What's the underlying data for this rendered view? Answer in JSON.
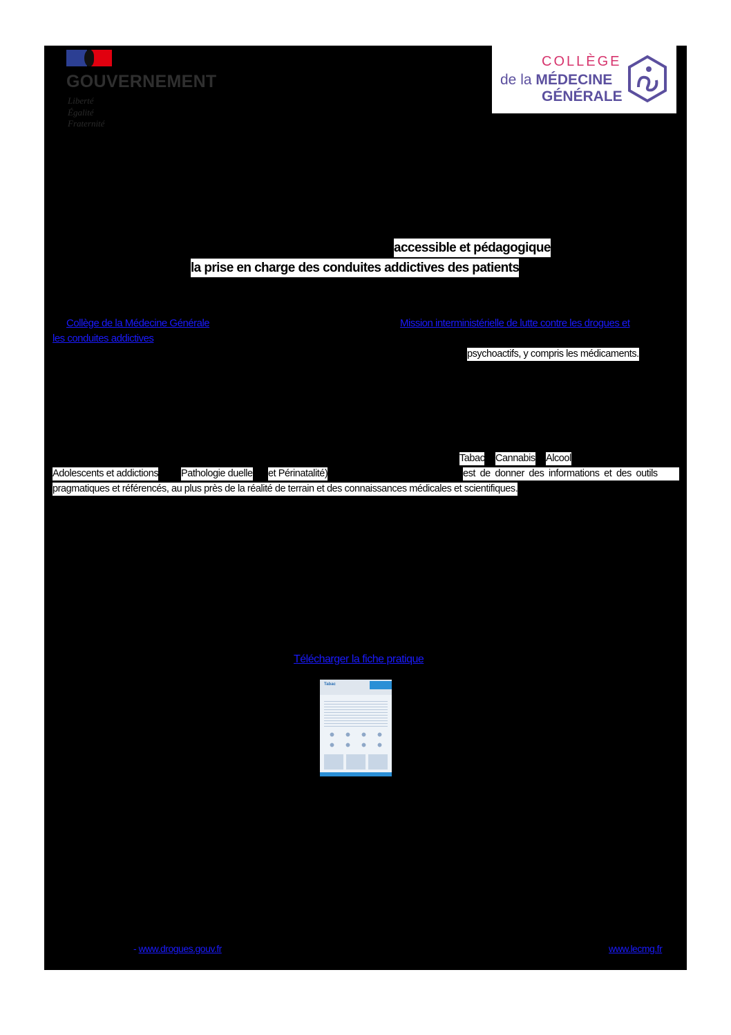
{
  "header": {
    "gov_logo": {
      "name": "GOUVERNEMENT",
      "motto": "Liberté\nÉgalité\nFraternité"
    },
    "cmg_logo": {
      "line1": "COLLÈGE",
      "line2_prefix": "de la",
      "line2": "MÉDECINE",
      "line3": "GÉNÉRALE"
    }
  },
  "intro": {
    "highlight1": "accessible et pédagogique",
    "highlight2": "la prise en charge des conduites addictives des patients"
  },
  "partners": {
    "link_cmg": "Collège de la Médecine Générale",
    "link_mildeca_1": "Mission interministérielle de lutte contre les drogues et",
    "link_mildeca_2": "les conduites addictives",
    "text_psy": "psychoactifs, y compris les médicaments."
  },
  "topics": {
    "tabac": "Tabac",
    "cannabis": "Cannabis",
    "alcool": "Alcool",
    "ado": "Adolescents et addictions",
    "patho": "Pathologie duelle",
    "peri": "et Périnatalité)",
    "goal_1": "est de donner des informations et des outils",
    "goal_2": "pragmatiques et référencés, au plus près de la réalité de terrain et des connaissances médicales et scientifiques."
  },
  "download": {
    "link": "Télécharger la fiche pratique",
    "thumb_title": "Tabac"
  },
  "footer": {
    "drogues_prefix": "- ",
    "drogues_link": "www.drogues.gouv.fr",
    "cmg_link": "www.lecmg.fr"
  }
}
